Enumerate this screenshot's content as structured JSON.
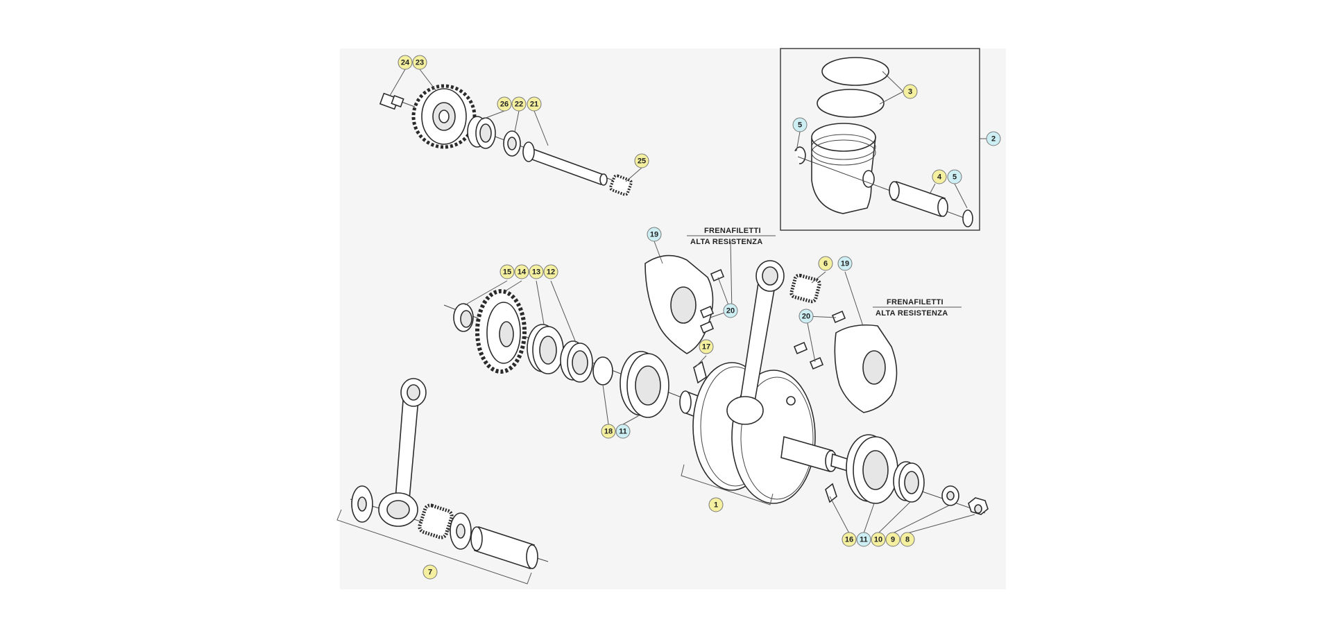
{
  "colors": {
    "callout_fill": "#f4f0a0",
    "callout_fill_blue": "#cdeff4",
    "panel_background": "#f5f5f5",
    "line": "#2b2b2b"
  },
  "notes": [
    {
      "line1": "FRENAFILETTI",
      "line2": "ALTA RESISTENZA"
    },
    {
      "line1": "FRENAFILETTI",
      "line2": "ALTA RESISTENZA"
    }
  ],
  "callouts": [
    {
      "num": "24",
      "style": "yellow"
    },
    {
      "num": "23",
      "style": "yellow"
    },
    {
      "num": "26",
      "style": "yellow"
    },
    {
      "num": "22",
      "style": "yellow"
    },
    {
      "num": "21",
      "style": "yellow"
    },
    {
      "num": "25",
      "style": "yellow"
    },
    {
      "num": "3",
      "style": "yellow"
    },
    {
      "num": "5",
      "style": "blue"
    },
    {
      "num": "2",
      "style": "blue"
    },
    {
      "num": "4",
      "style": "yellow"
    },
    {
      "num": "5",
      "style": "blue"
    },
    {
      "num": "19",
      "style": "blue"
    },
    {
      "num": "6",
      "style": "yellow"
    },
    {
      "num": "19",
      "style": "blue"
    },
    {
      "num": "15",
      "style": "yellow"
    },
    {
      "num": "14",
      "style": "yellow"
    },
    {
      "num": "13",
      "style": "yellow"
    },
    {
      "num": "12",
      "style": "yellow"
    },
    {
      "num": "20",
      "style": "blue"
    },
    {
      "num": "20",
      "style": "blue"
    },
    {
      "num": "17",
      "style": "yellow"
    },
    {
      "num": "18",
      "style": "yellow"
    },
    {
      "num": "11",
      "style": "blue"
    },
    {
      "num": "1",
      "style": "yellow"
    },
    {
      "num": "16",
      "style": "yellow"
    },
    {
      "num": "11",
      "style": "blue"
    },
    {
      "num": "10",
      "style": "yellow"
    },
    {
      "num": "9",
      "style": "yellow"
    },
    {
      "num": "8",
      "style": "yellow"
    },
    {
      "num": "7",
      "style": "yellow"
    }
  ]
}
